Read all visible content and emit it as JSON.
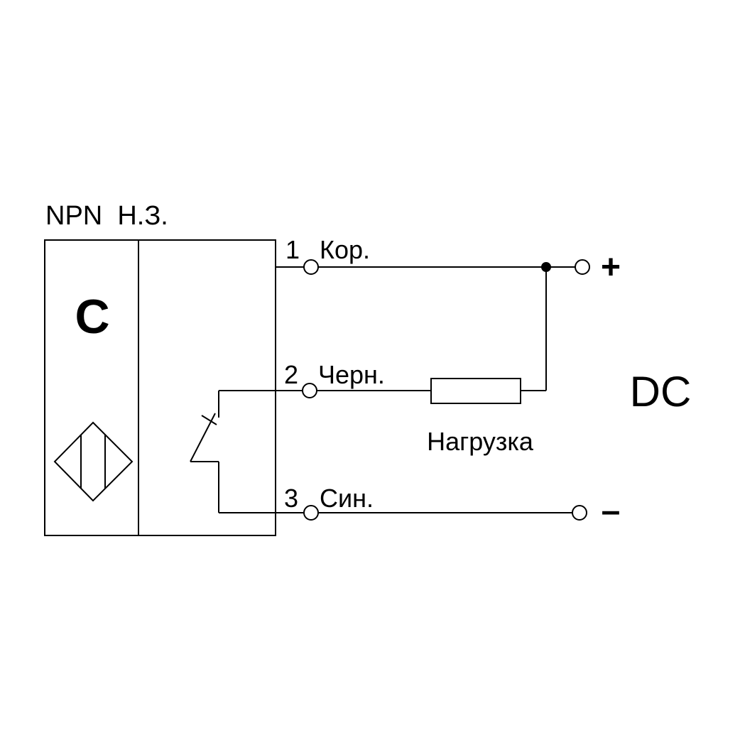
{
  "sensor": {
    "type_label": "NPN  Н.З.",
    "symbol_letter": "C"
  },
  "terminals": [
    {
      "number": "1",
      "wire": "Кор."
    },
    {
      "number": "2",
      "wire": "Черн."
    },
    {
      "number": "3",
      "wire": "Син."
    }
  ],
  "load": {
    "label": "Нагрузка"
  },
  "supply": {
    "plus": "+",
    "minus": "–",
    "kind": "DC"
  },
  "colors": {
    "line": "#000000",
    "background": "#ffffff"
  }
}
